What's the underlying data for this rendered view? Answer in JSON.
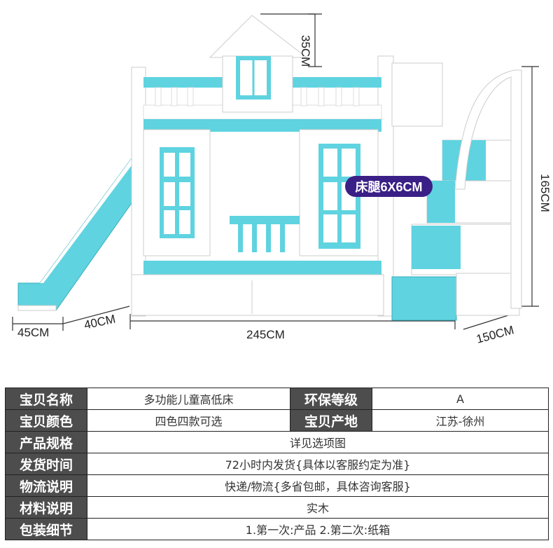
{
  "dimensions": {
    "roof_height": "35CM",
    "total_height": "165CM",
    "slide_length": "45CM",
    "slide_width": "40CM",
    "bed_length": "245CM",
    "stair_depth": "150CM",
    "leg_size": "床腿6X6CM"
  },
  "colors": {
    "accent": "#5fd3e0",
    "frame": "#ffffff",
    "label_bg": "#4d4d4d",
    "badge_bg": "#3a1f86"
  },
  "specs": {
    "name_label": "宝贝名称",
    "name_value": "多功能儿童高低床",
    "eco_label": "环保等级",
    "eco_value": "A",
    "color_label": "宝贝颜色",
    "color_value": "四色四款可选",
    "origin_label": "宝贝产地",
    "origin_value": "江苏-徐州",
    "spec_label": "产品规格",
    "spec_value": "详见选项图",
    "ship_label": "发货时间",
    "ship_value": "72小时内发货{具体以客服约定为准}",
    "logistics_label": "物流说明",
    "logistics_value": "快递/物流{多省包邮，具体咨询客服}",
    "material_label": "材料说明",
    "material_value": "实木",
    "pack_label": "包装细节",
    "pack_value": "1.第一次:产品 2.第二次:纸箱"
  }
}
